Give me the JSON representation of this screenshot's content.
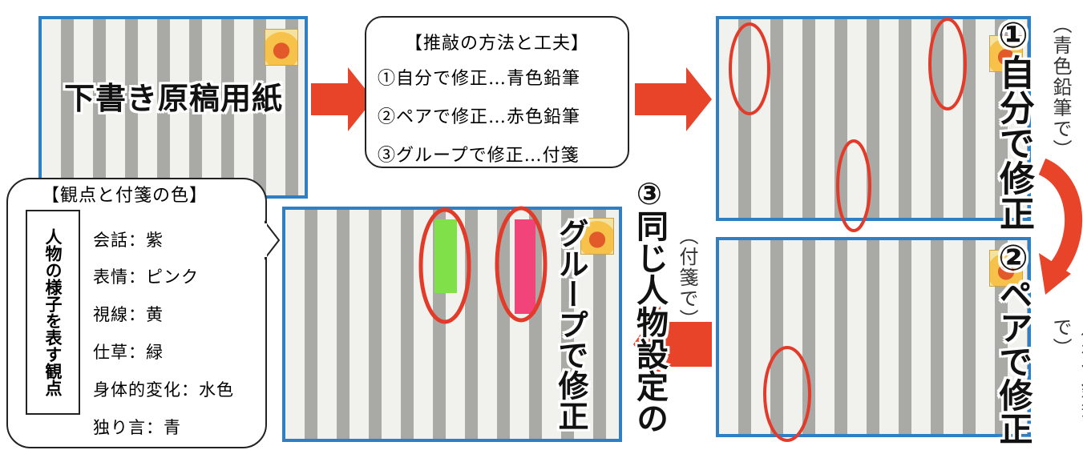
{
  "method": {
    "title": "【推敲の方法と工夫】",
    "items": [
      "①自分で修正…青色鉛筆",
      "②ペアで修正…赤色鉛筆",
      "③グループで修正…付箋"
    ]
  },
  "draft_label": "下書き原稿用紙",
  "steps": {
    "self": {
      "num": "①",
      "label": "自分で修正",
      "note": "（青色鉛筆で）"
    },
    "pair": {
      "num": "②",
      "label": "ペアで修正",
      "note": "（赤色鉛筆で）"
    },
    "group": {
      "num": "③",
      "label_1": "同じ人物設定の",
      "label_2": "グループで修正",
      "note": "（付箋で）"
    }
  },
  "viewpoints": {
    "title": "【観点と付箋の色】",
    "side_label": "人物の様子を表す観点",
    "items": [
      "会話：紫",
      "表情：ピンク",
      "視線：黄",
      "仕草：緑",
      "身体的変化：水色",
      "独り言：青"
    ]
  },
  "colors": {
    "arrow": "#e8442a",
    "frame": "#2e7fc4",
    "circle": "#e23b2a",
    "sticky_green": "#7fe04a",
    "sticky_pink": "#f0447a"
  }
}
